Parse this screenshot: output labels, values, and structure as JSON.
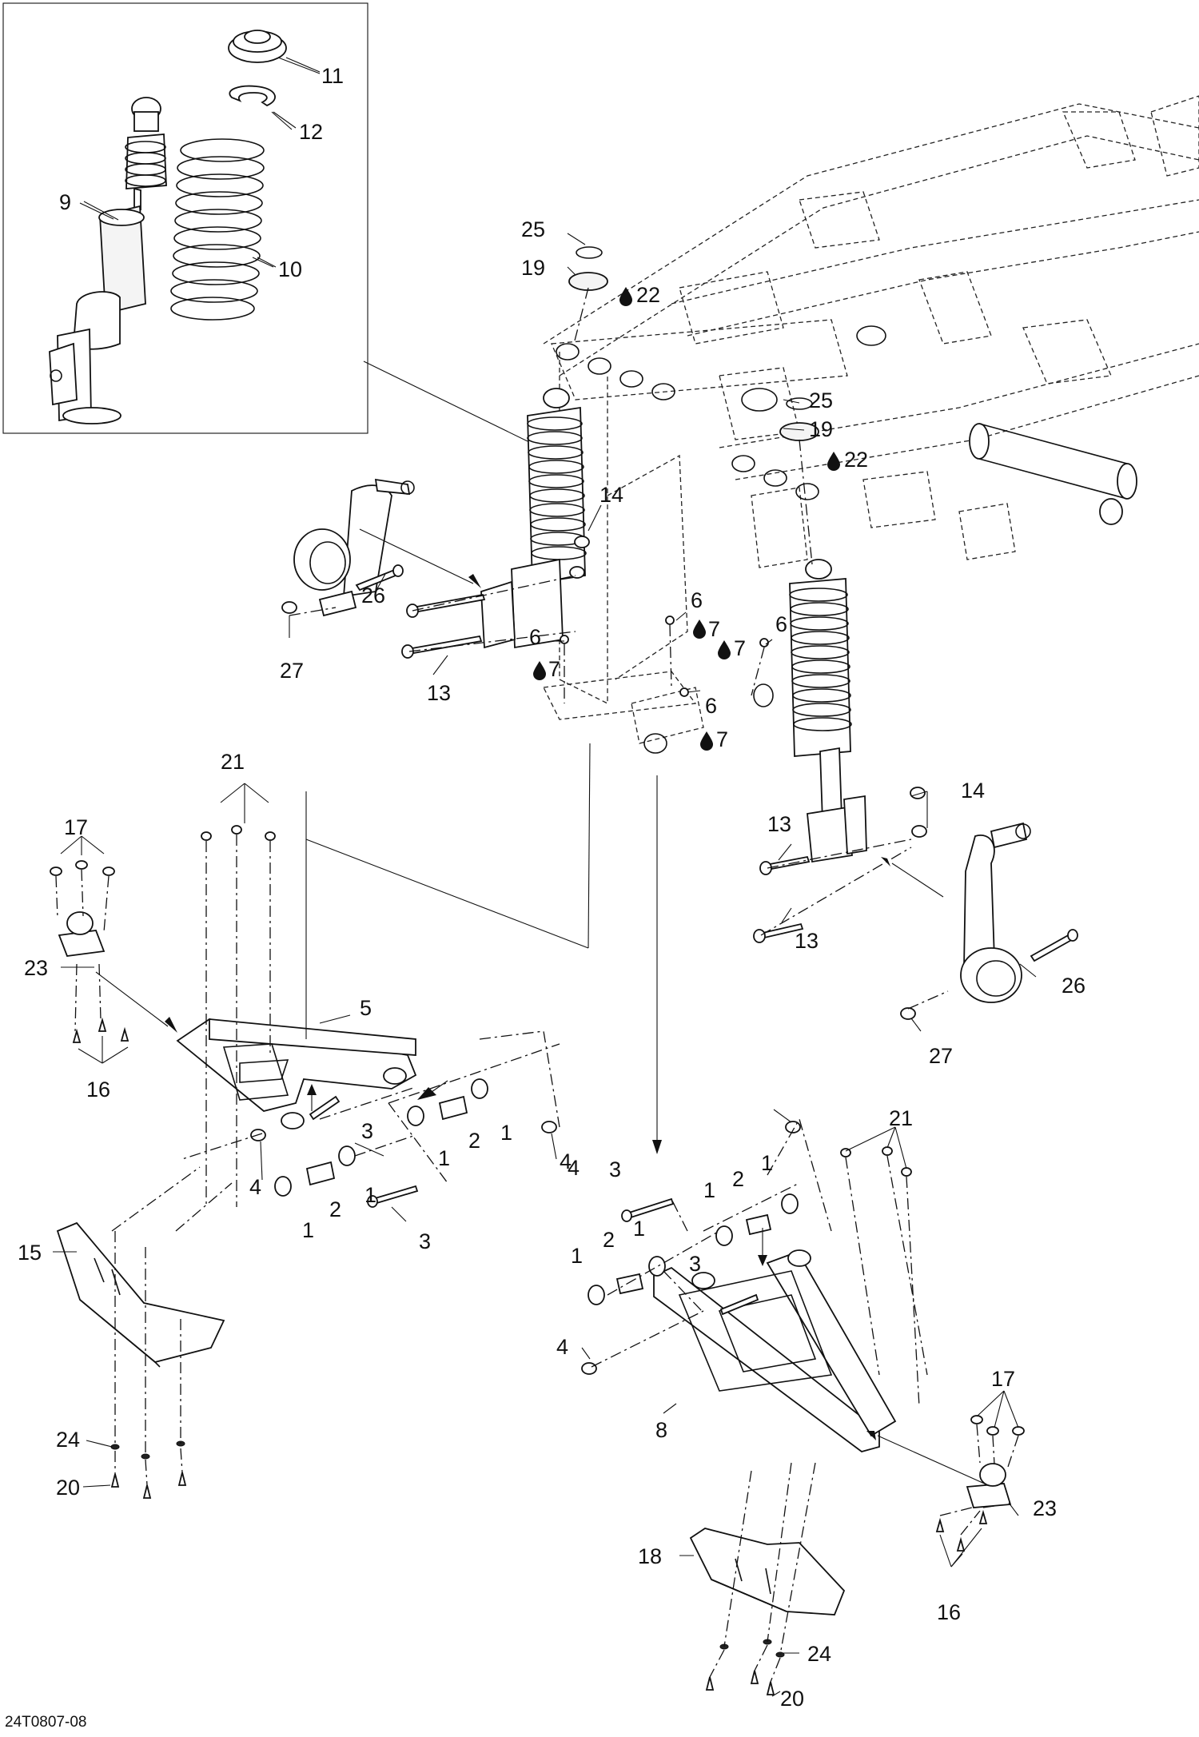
{
  "diagram_code": "24T0807-08",
  "callouts": [
    {
      "id": "c11a",
      "text": "11"
    },
    {
      "id": "c12a",
      "text": "12"
    },
    {
      "id": "c9a",
      "text": "9"
    },
    {
      "id": "c10a",
      "text": "10"
    },
    {
      "id": "c25a",
      "text": "25"
    },
    {
      "id": "c19a",
      "text": "19"
    },
    {
      "id": "c22a",
      "text": "22"
    },
    {
      "id": "c25b",
      "text": "25"
    },
    {
      "id": "c19b",
      "text": "19"
    },
    {
      "id": "c22b",
      "text": "22"
    },
    {
      "id": "c14a",
      "text": "14"
    },
    {
      "id": "c26a",
      "text": "26"
    },
    {
      "id": "c27a",
      "text": "27"
    },
    {
      "id": "c13a",
      "text": "13"
    },
    {
      "id": "c6a",
      "text": "6"
    },
    {
      "id": "c7a",
      "text": "7"
    },
    {
      "id": "c6b",
      "text": "6"
    },
    {
      "id": "c7b",
      "text": "7"
    },
    {
      "id": "c6c",
      "text": "6"
    },
    {
      "id": "c7c",
      "text": "7"
    },
    {
      "id": "c6d",
      "text": "6"
    },
    {
      "id": "c7d",
      "text": "7"
    },
    {
      "id": "c21a",
      "text": "21"
    },
    {
      "id": "c17a",
      "text": "17"
    },
    {
      "id": "c14b",
      "text": "14"
    },
    {
      "id": "c13b",
      "text": "13"
    },
    {
      "id": "c13c",
      "text": "13"
    },
    {
      "id": "c23a",
      "text": "23"
    },
    {
      "id": "c5a",
      "text": "5"
    },
    {
      "id": "c26b",
      "text": "26"
    },
    {
      "id": "c16a",
      "text": "16"
    },
    {
      "id": "c27b",
      "text": "27"
    },
    {
      "id": "c3a",
      "text": "3"
    },
    {
      "id": "c2a",
      "text": "2"
    },
    {
      "id": "c1a",
      "text": "1"
    },
    {
      "id": "c1b",
      "text": "1"
    },
    {
      "id": "c4a",
      "text": "4"
    },
    {
      "id": "c4b",
      "text": "4"
    },
    {
      "id": "c2b",
      "text": "2"
    },
    {
      "id": "c1c",
      "text": "1"
    },
    {
      "id": "c1d",
      "text": "1"
    },
    {
      "id": "c3b",
      "text": "3"
    },
    {
      "id": "c4c",
      "text": "4"
    },
    {
      "id": "c21b",
      "text": "21"
    },
    {
      "id": "c3c",
      "text": "3"
    },
    {
      "id": "c1e",
      "text": "1"
    },
    {
      "id": "c2c",
      "text": "2"
    },
    {
      "id": "c1f",
      "text": "1"
    },
    {
      "id": "c1g",
      "text": "1"
    },
    {
      "id": "c2d",
      "text": "2"
    },
    {
      "id": "c1h",
      "text": "1"
    },
    {
      "id": "c3d",
      "text": "3"
    },
    {
      "id": "c15a",
      "text": "15"
    },
    {
      "id": "c4d",
      "text": "4"
    },
    {
      "id": "c8a",
      "text": "8"
    },
    {
      "id": "c17b",
      "text": "17"
    },
    {
      "id": "c24a",
      "text": "24"
    },
    {
      "id": "c20a",
      "text": "20"
    },
    {
      "id": "c23b",
      "text": "23"
    },
    {
      "id": "c18a",
      "text": "18"
    },
    {
      "id": "c16b",
      "text": "16"
    },
    {
      "id": "c24b",
      "text": "24"
    },
    {
      "id": "c20b",
      "text": "20"
    }
  ]
}
